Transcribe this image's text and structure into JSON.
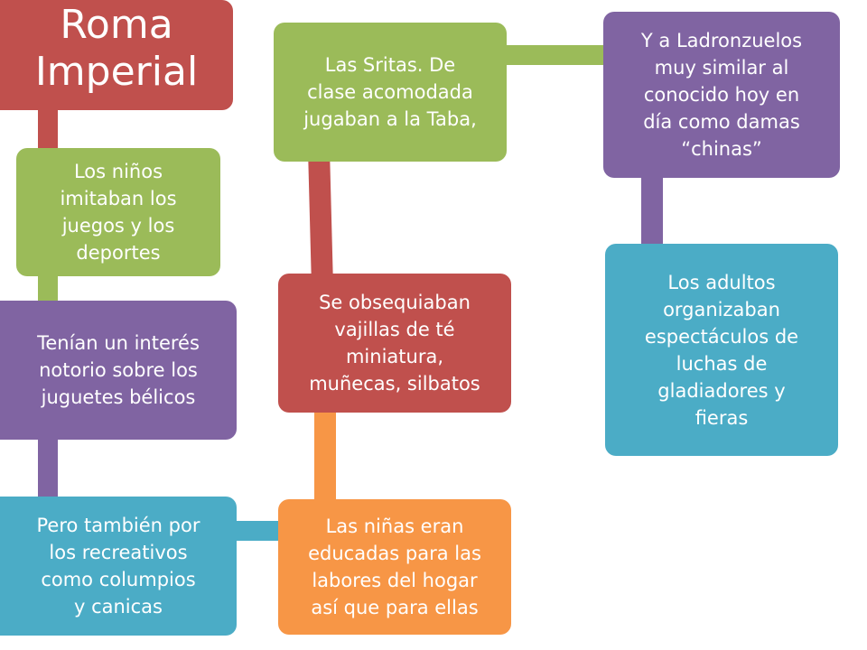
{
  "nodes": {
    "title": [
      "Roma",
      "Imperial"
    ],
    "ninos": [
      "Los niños",
      "imitaban los",
      "juegos y los",
      "deportes"
    ],
    "belicos": [
      "Tenían un interés",
      "notorio sobre los",
      "juguetes bélicos"
    ],
    "recre": [
      "Pero también por",
      "los recreativos",
      "como columpios",
      "y canicas"
    ],
    "ninas": [
      "Las niñas eran",
      "educadas para las",
      "labores del hogar",
      "así que para ellas"
    ],
    "obseq": [
      "Se obsequiaban",
      "vajillas de té",
      "miniatura,",
      "muñecas, silbatos"
    ],
    "sritas": [
      "Las Sritas. De",
      "clase acomodada",
      "jugaban a la Taba,"
    ],
    "ladron": [
      "Y a Ladronzuelos",
      "muy similar al",
      "conocido hoy en",
      "día como damas",
      "“chinas”"
    ],
    "adultos": [
      "Los adultos",
      "organizaban",
      "espectáculos de",
      "luchas de",
      "gladiadores y",
      "fieras"
    ]
  },
  "colors": {
    "red": "#c0504d",
    "green": "#9bbb59",
    "purple": "#8064a2",
    "cyan": "#4bacc6",
    "orange": "#f79646"
  }
}
